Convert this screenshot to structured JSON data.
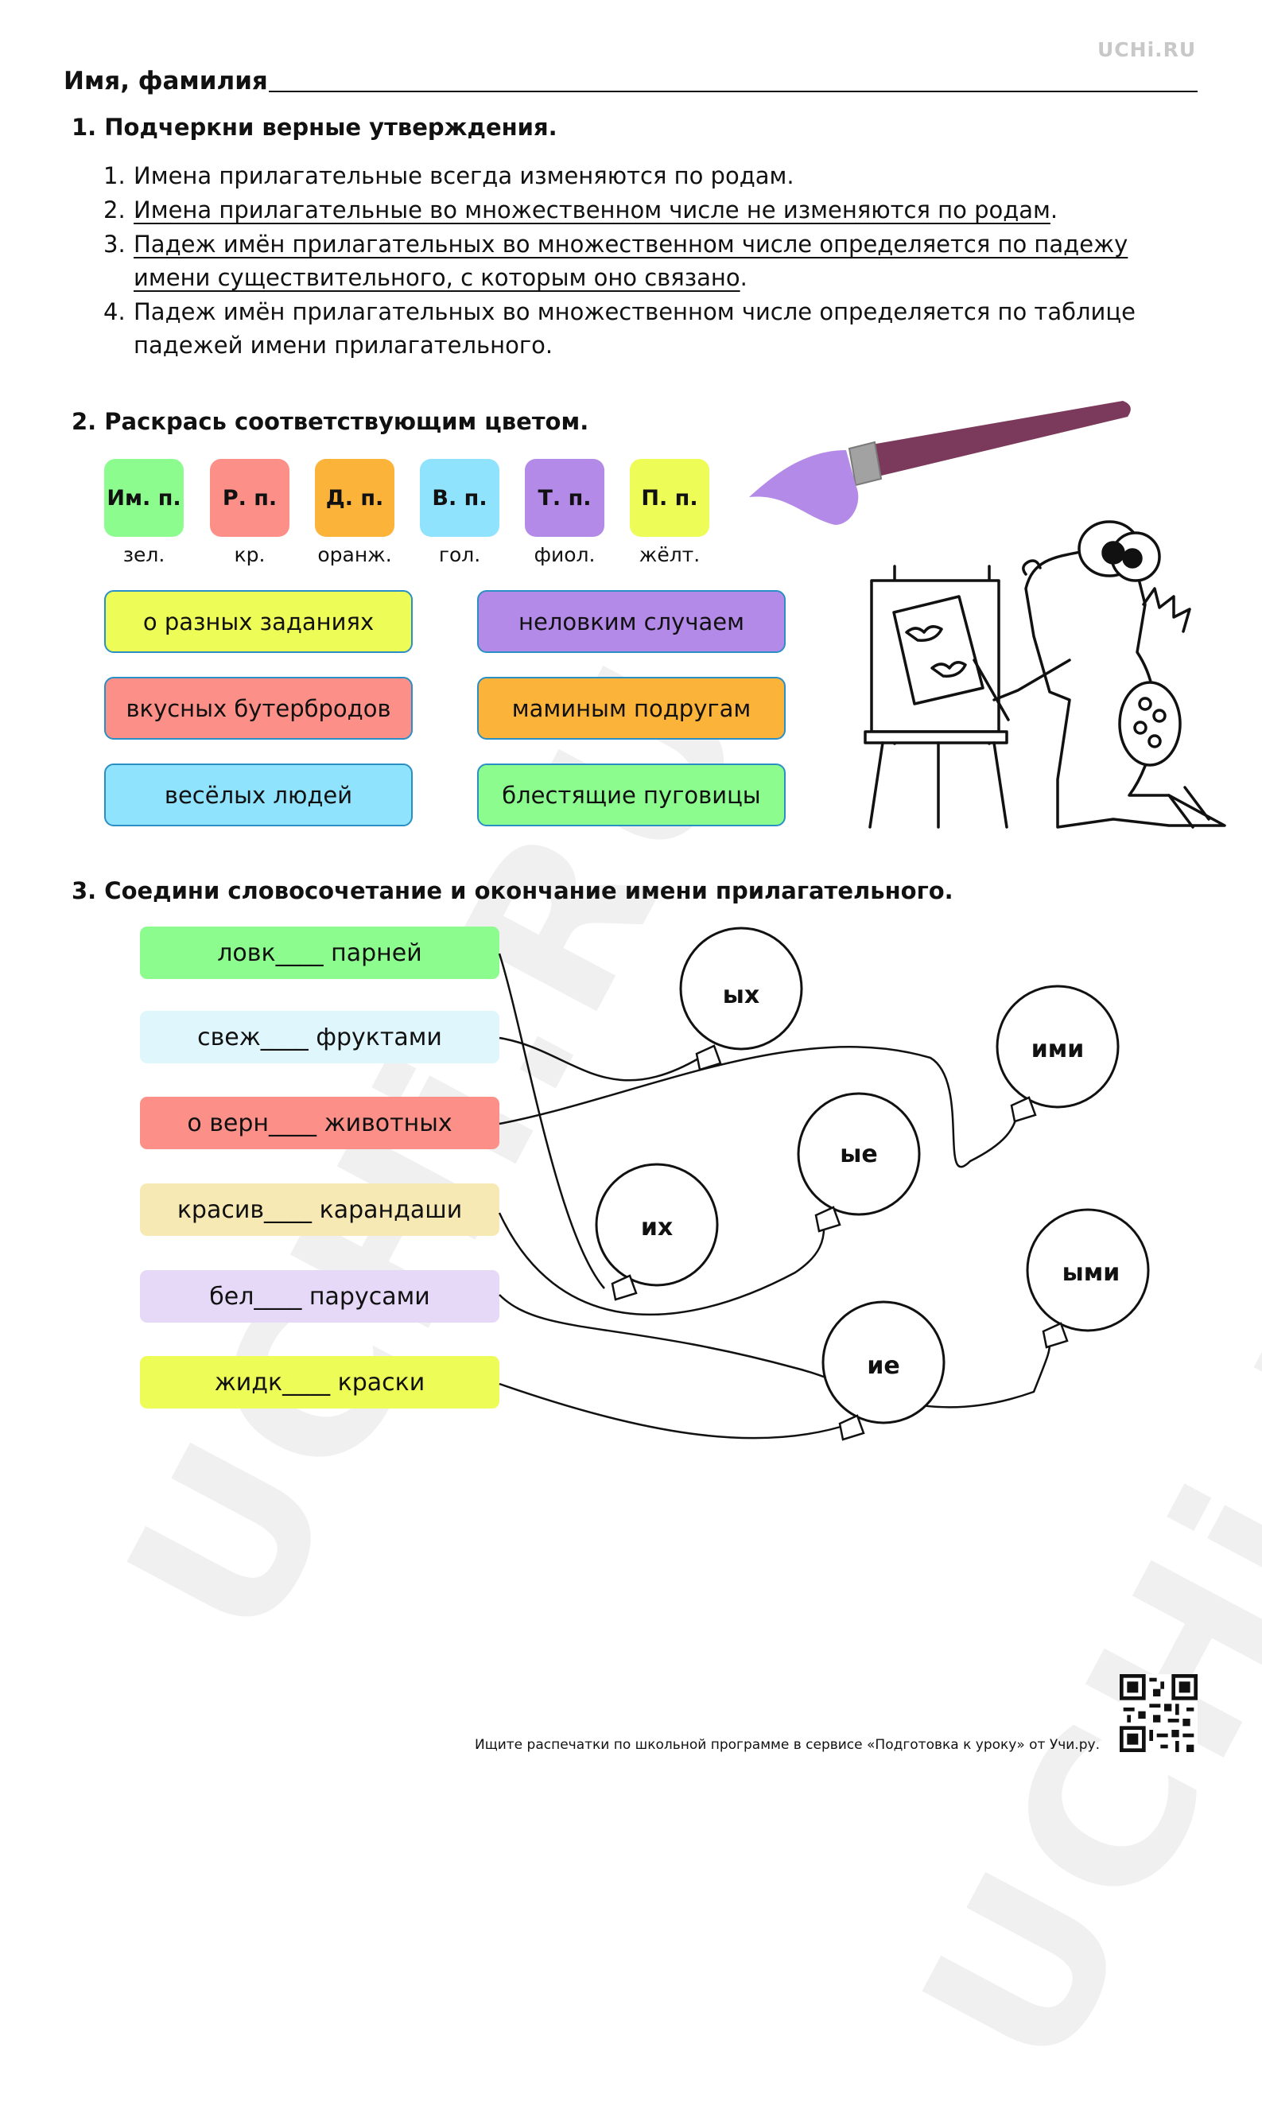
{
  "brand": "UCHi.RU",
  "watermark": "UCHi.RU",
  "name_label": "Имя, фамилия",
  "task1": {
    "title": "1. Подчеркни верные утверждения.",
    "items": [
      {
        "num": "1.",
        "text": "Имена прилагательные всегда изменяются по родам."
      },
      {
        "num": "2.",
        "text": "Имена прилагательные во множественном числе не изменяются по родам",
        "tail": "."
      },
      {
        "num": "3.",
        "text_line1": "Падеж имён прилагательных во множественном числе определяется по падежу",
        "text_line2": "имени существительного, с которым оно связано",
        "tail": "."
      },
      {
        "num": "4.",
        "text_line1": "Падеж имён прилагательных во множественном числе определяется по таблице",
        "text_line2": "падежей имени прилагательного."
      }
    ],
    "underlined": [
      2,
      3
    ]
  },
  "task2": {
    "title": "2. Раскрась соответствующим цветом.",
    "cases": [
      {
        "abbr": "Им. п.",
        "color_name": "зел.",
        "color": "#8dfc8f"
      },
      {
        "abbr": "Р. п.",
        "color_name": "кр.",
        "color": "#fc9088"
      },
      {
        "abbr": "Д. п.",
        "color_name": "оранж.",
        "color": "#fcb33a"
      },
      {
        "abbr": "В. п.",
        "color_name": "гол.",
        "color": "#90e3fc"
      },
      {
        "abbr": "Т. п.",
        "color_name": "фиол.",
        "color": "#b48ae9"
      },
      {
        "abbr": "П. п.",
        "color_name": "жёлт.",
        "color": "#eefc58"
      }
    ],
    "words": [
      {
        "text": "о разных заданиях",
        "color": "#eefc58"
      },
      {
        "text": "неловким случаем",
        "color": "#b48ae9"
      },
      {
        "text": "вкусных бутербродов",
        "color": "#fc9088"
      },
      {
        "text": "маминым подругам",
        "color": "#fcb33a"
      },
      {
        "text": "весёлых людей",
        "color": "#90e3fc"
      },
      {
        "text": "блестящие пуговицы",
        "color": "#8dfc8f"
      }
    ]
  },
  "task3": {
    "title": "3. Соедини словосочетание и окончание имени прилагательного.",
    "phrases": [
      {
        "text": "ловк____ парней",
        "color": "#8dfc8f"
      },
      {
        "text": "свеж____ фруктами",
        "color": "#dff7fc"
      },
      {
        "text": "о верн____ животных",
        "color": "#fc9088"
      },
      {
        "text": "красив____ карандаши",
        "color": "#f6e9b3"
      },
      {
        "text": "бел____ парусами",
        "color": "#e6d9f8"
      },
      {
        "text": "жидк____ краски",
        "color": "#eefc58"
      }
    ],
    "endings": [
      "ых",
      "ими",
      "ые",
      "их",
      "ыми",
      "ие"
    ]
  },
  "footer": "Ищите распечатки по школьной программе в сервисе «Подготовка к уроку» от Учи.ру.",
  "icons": [
    "paintbrush-icon",
    "crocodile-painter-illustration",
    "balloon-icon",
    "qr-code-icon"
  ]
}
